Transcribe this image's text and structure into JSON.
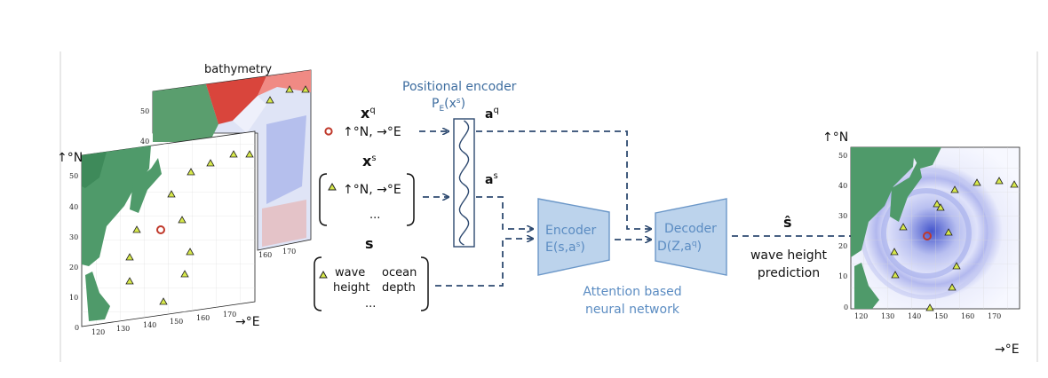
{
  "bathymetry": {
    "title": "bathymetry",
    "lat_ticks": [
      "50",
      "40"
    ],
    "lon_ticks": [
      "160",
      "170"
    ]
  },
  "input_map": {
    "north_label": "↑°N",
    "east_label": "→°E",
    "lat_ticks": [
      "50",
      "40",
      "30",
      "20",
      "10",
      "0"
    ],
    "lon_ticks": [
      "120",
      "130",
      "140",
      "150",
      "160",
      "170"
    ]
  },
  "query": {
    "symbol_main": "x",
    "symbol_sup": "q",
    "coords": "↑°N, →°E"
  },
  "stations": {
    "symbol_main": "x",
    "symbol_sup": "s",
    "coords": "↑°N, →°E",
    "ellipsis": "..."
  },
  "signals": {
    "symbol": "s",
    "wave": "wave",
    "height": "height",
    "ocean": "ocean",
    "depth": "depth",
    "ellipsis": "..."
  },
  "positional_encoder": {
    "title": "Positional encoder",
    "formula_main": "P",
    "formula_sub": "E",
    "formula_arg": "(x",
    "formula_arg_sup": "s",
    "formula_close": ")",
    "out_q_main": "a",
    "out_q_sup": "q",
    "out_s_main": "a",
    "out_s_sup": "s"
  },
  "encoder": {
    "title": "Encoder",
    "formula_main": "E(s,a",
    "formula_sup": "s",
    "formula_close": ")"
  },
  "decoder": {
    "title": "Decoder",
    "formula_main": "D(Z,a",
    "formula_sup": "q",
    "formula_close": ")"
  },
  "attention_caption": {
    "line1": "Attention based",
    "line2": "neural network"
  },
  "output": {
    "symbol": "ŝ",
    "caption_line1": "wave height",
    "caption_line2": "prediction"
  },
  "output_map": {
    "north_label": "↑°N",
    "east_label": "→°E",
    "lat_ticks": [
      "50",
      "40",
      "30",
      "20",
      "10",
      "0"
    ],
    "lon_ticks": [
      "120",
      "130",
      "140",
      "150",
      "160",
      "170"
    ]
  },
  "colors": {
    "module_fill": "#bcd3ec",
    "module_stroke": "#6b97c8",
    "arrow": "#2e4a70",
    "land": "#4f9a6a",
    "station_fill": "#d7e84a",
    "query_marker": "#c0392b"
  }
}
